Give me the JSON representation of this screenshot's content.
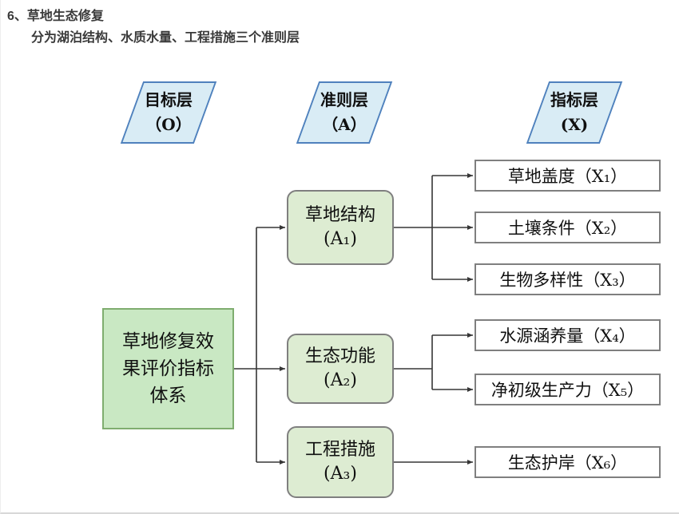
{
  "page": {
    "title": "6、草地生态修复",
    "subtitle": "分为湖泊结构、水质水量、工程措施三个准则层"
  },
  "diagram": {
    "layer_headers": [
      {
        "text": "目标层\n（O）"
      },
      {
        "text": "准则层\n（A）"
      },
      {
        "text": "指标层\n(X)"
      }
    ],
    "goal_box": {
      "text": "草地修复效\n果评价指标\n体系"
    },
    "criteria": [
      {
        "text": "草地结构\n(A₁)"
      },
      {
        "text": "生态功能\n(A₂)"
      },
      {
        "text": "工程措施\n(A₃)"
      }
    ],
    "indicators": [
      {
        "text": "草地盖度（X₁）"
      },
      {
        "text": "土壤条件（X₂）"
      },
      {
        "text": "生物多样性（X₃）"
      },
      {
        "text": "水源涵养量（X₄）"
      },
      {
        "text": "净初级生产力（X₅）"
      },
      {
        "text": "生态护岸（X₆）"
      }
    ],
    "colors": {
      "header_fill": "#d9ecf5",
      "header_border": "#4f81bd",
      "goal_fill": "#c9e8c3",
      "goal_border": "#7fad6f",
      "criteria_fill": "#ddecd2",
      "box_border": "#7f7f7f",
      "line": "#363636"
    }
  }
}
